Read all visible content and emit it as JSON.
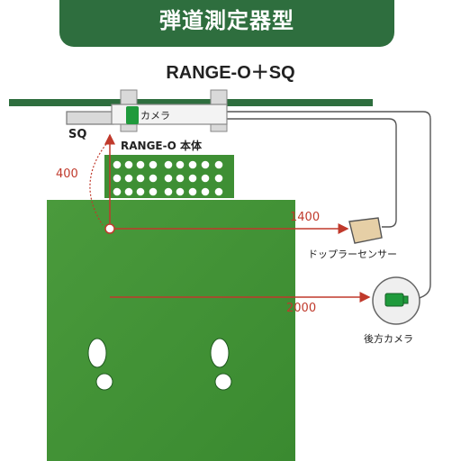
{
  "header": {
    "title": "弾道測定器型"
  },
  "model": {
    "name": "RANGE-O＋SQ"
  },
  "labels": {
    "sq": "SQ",
    "camera": "カメラ",
    "body": "RANGE-O 本体",
    "height": "400",
    "doppler_distance": "1400",
    "rear_distance": "2000",
    "doppler": "ドップラーセンサー",
    "rear_camera": "後方カメラ"
  },
  "colors": {
    "header_bg": "#2e6e3e",
    "mat": "#3e8f34",
    "camera_accent": "#1f9a3c",
    "arrow": "#c0392b",
    "doppler": "#e6cfa6"
  }
}
